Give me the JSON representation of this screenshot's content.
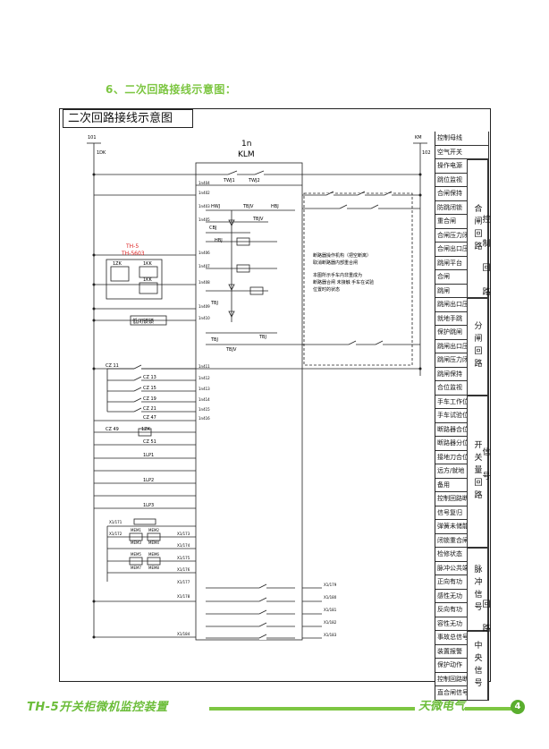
{
  "heading": "6、二次回路接线示意图：",
  "diagram": {
    "title": "二次回路接线示意图",
    "device_name": "1n",
    "device_model": "KLM",
    "left_bus_top": "101",
    "left_bus_label": "1DK",
    "right_bus_top": "KM",
    "right_bus_label": "102",
    "relay_label1": "TH-5",
    "relay_label2": "TH-5603",
    "lock_label": "低闭锁锁",
    "note_lines": [
      "断路器操作机构（把空断离）",
      "取消断路器内部重合闸",
      "本图所示手车内非重成为",
      "断路器合闸 未接触 手车在试验",
      "位置时的状态"
    ],
    "terms_left": [
      "1n404",
      "1n402",
      "1n403",
      "1n405",
      "1n406",
      "1n407",
      "1n408",
      "1n409",
      "1n410",
      "1n411",
      "1n412",
      "1n413",
      "1n414",
      "1n415",
      "1n416"
    ],
    "row_labels": [
      "CZ 11",
      "CZ 13",
      "CZ 15",
      "CZ 19",
      "CZ 21",
      "CZ 47",
      "CZ 49",
      "CZ 51",
      "1ZK",
      "1LP1",
      "1LP2",
      "1LP3"
    ],
    "ctrl_labels": [
      "TWJ1",
      "TWJ2",
      "HWJ",
      "TBJV",
      "TBJV",
      "HBJ",
      "CBJ",
      "TBJ",
      "TBJ",
      "TBJV",
      "TBJ",
      "HBJ",
      "1KK",
      "1ZK",
      "1KK"
    ],
    "pulse_labels": [
      "MEM1",
      "MEM2",
      "MEM3",
      "MEM4",
      "MEM5",
      "MEM6",
      "MEM7",
      "MEM8"
    ],
    "x_labels": [
      "X1/171",
      "X1/172",
      "X1/173",
      "X1/174",
      "X1/175",
      "X1/176",
      "X1/177",
      "X1/178",
      "X1/179",
      "X1/180",
      "X1/181",
      "X1/182",
      "X1/183",
      "X1/184"
    ]
  },
  "legend": [
    "控制母线",
    "空气开关",
    "操作电源",
    "跳位监视",
    "合闸保持",
    "防跳闭锁",
    "重合闸",
    "合闸压力闭锁",
    "合闸出口压板",
    "跳闸平台",
    "合闸",
    "跳闸",
    "跳闸出口压板",
    "就地手跳",
    "保护跳闸",
    "跳闸出口压板",
    "跳闸压力闭锁",
    "跳闸保持",
    "合位监视",
    "手车工作位",
    "手车试验位",
    "断路器合位",
    "断路器分位",
    "接地刀合位",
    "远方/就地",
    "备用",
    "控制回路断线",
    "信号复归",
    "弹簧未储能",
    "闭锁重合闸",
    "检修状态",
    "脉冲公共端",
    "正向有功",
    "感性无功",
    "反向有功",
    "容性无功",
    "事故总信号",
    "装置报警",
    "保护动作",
    "控制回路断线",
    "直合闸信号"
  ],
  "groups": [
    {
      "text": "合闸回路",
      "rows": [
        2,
        12
      ]
    },
    {
      "text": "分闸回路",
      "rows": [
        12,
        19
      ]
    },
    {
      "text": "开关量回路",
      "rows": [
        19,
        30
      ]
    },
    {
      "text": "脉冲信号",
      "rows": [
        30,
        36
      ]
    },
    {
      "text": "中央信号",
      "rows": [
        36,
        41
      ]
    }
  ],
  "group_right": [
    {
      "text": "控制回路",
      "rows": [
        0,
        19
      ]
    },
    {
      "text": "信号",
      "rows": [
        19,
        30
      ]
    },
    {
      "text": "回路",
      "rows": [
        30,
        41
      ]
    }
  ],
  "footer": {
    "product": "TH-5开关柜微机监控装置",
    "brand": "天微电气",
    "page": "4"
  }
}
